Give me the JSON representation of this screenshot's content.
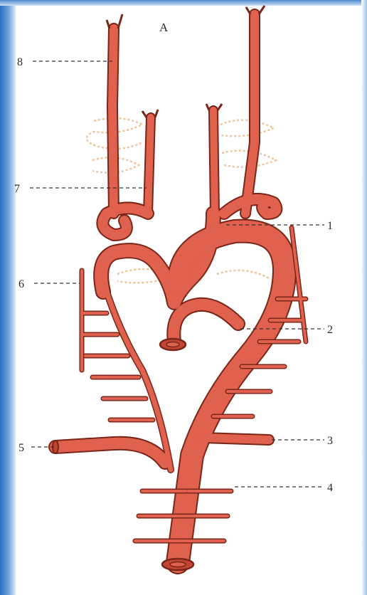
{
  "figure": {
    "title": "A",
    "labels": [
      "1",
      "2",
      "3",
      "4",
      "5",
      "6",
      "7",
      "8"
    ]
  },
  "colors": {
    "vessel_fill": "#e0614e",
    "vessel_outline": "#7a2618",
    "faded_vessels": "#f0c49a",
    "label_text": "#2a2a2a"
  }
}
